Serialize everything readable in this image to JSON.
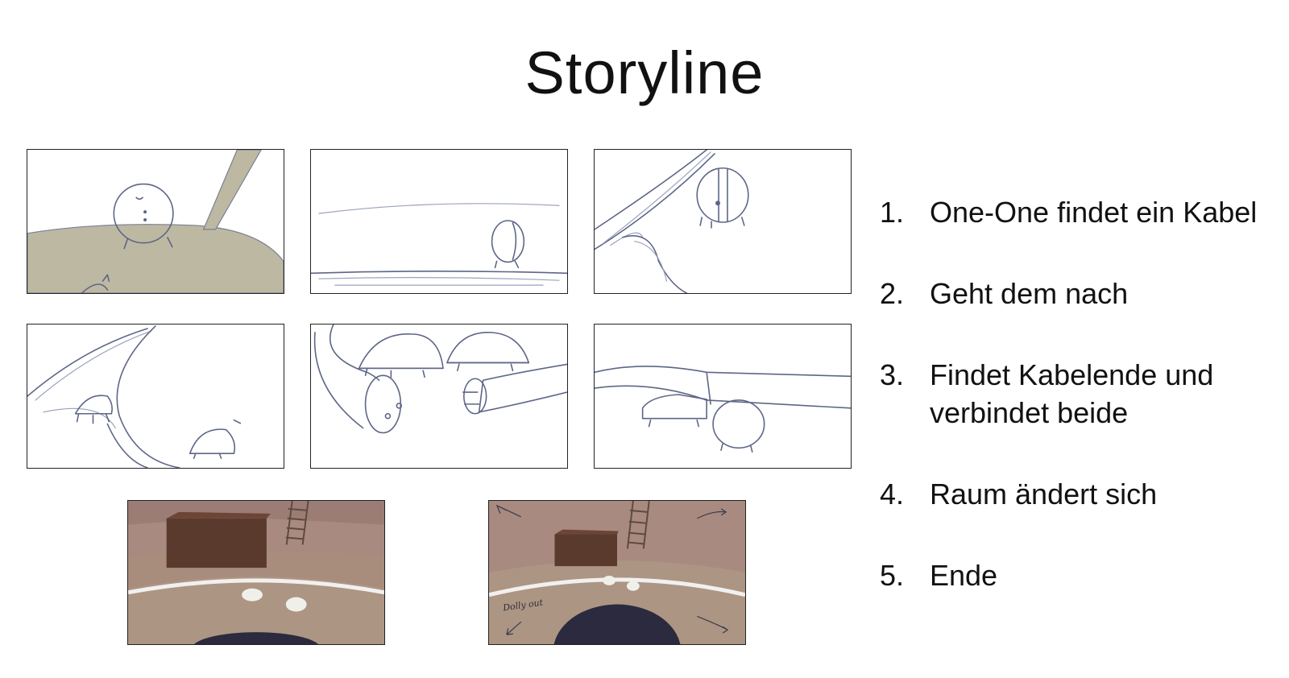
{
  "slide": {
    "title": "Storyline"
  },
  "steps": [
    {
      "number": "1.",
      "text": "One-One findet ein Kabel"
    },
    {
      "number": "2.",
      "text": "Geht dem nach"
    },
    {
      "number": "3.",
      "text": "Findet Kabelende und verbindet beide"
    },
    {
      "number": "4.",
      "text": "Raum ändert sich"
    },
    {
      "number": "5.",
      "text": "Ende"
    }
  ],
  "panels": {
    "p8_annotation": "Dolly out"
  },
  "colors": {
    "sketch_line": "#5d6687",
    "ground_olive": "#bdb8a1",
    "room_wall": "#a88a80",
    "room_floor": "#ac9583",
    "box_brown": "#5b3a2e",
    "hole_dark": "#2b2a3e"
  }
}
